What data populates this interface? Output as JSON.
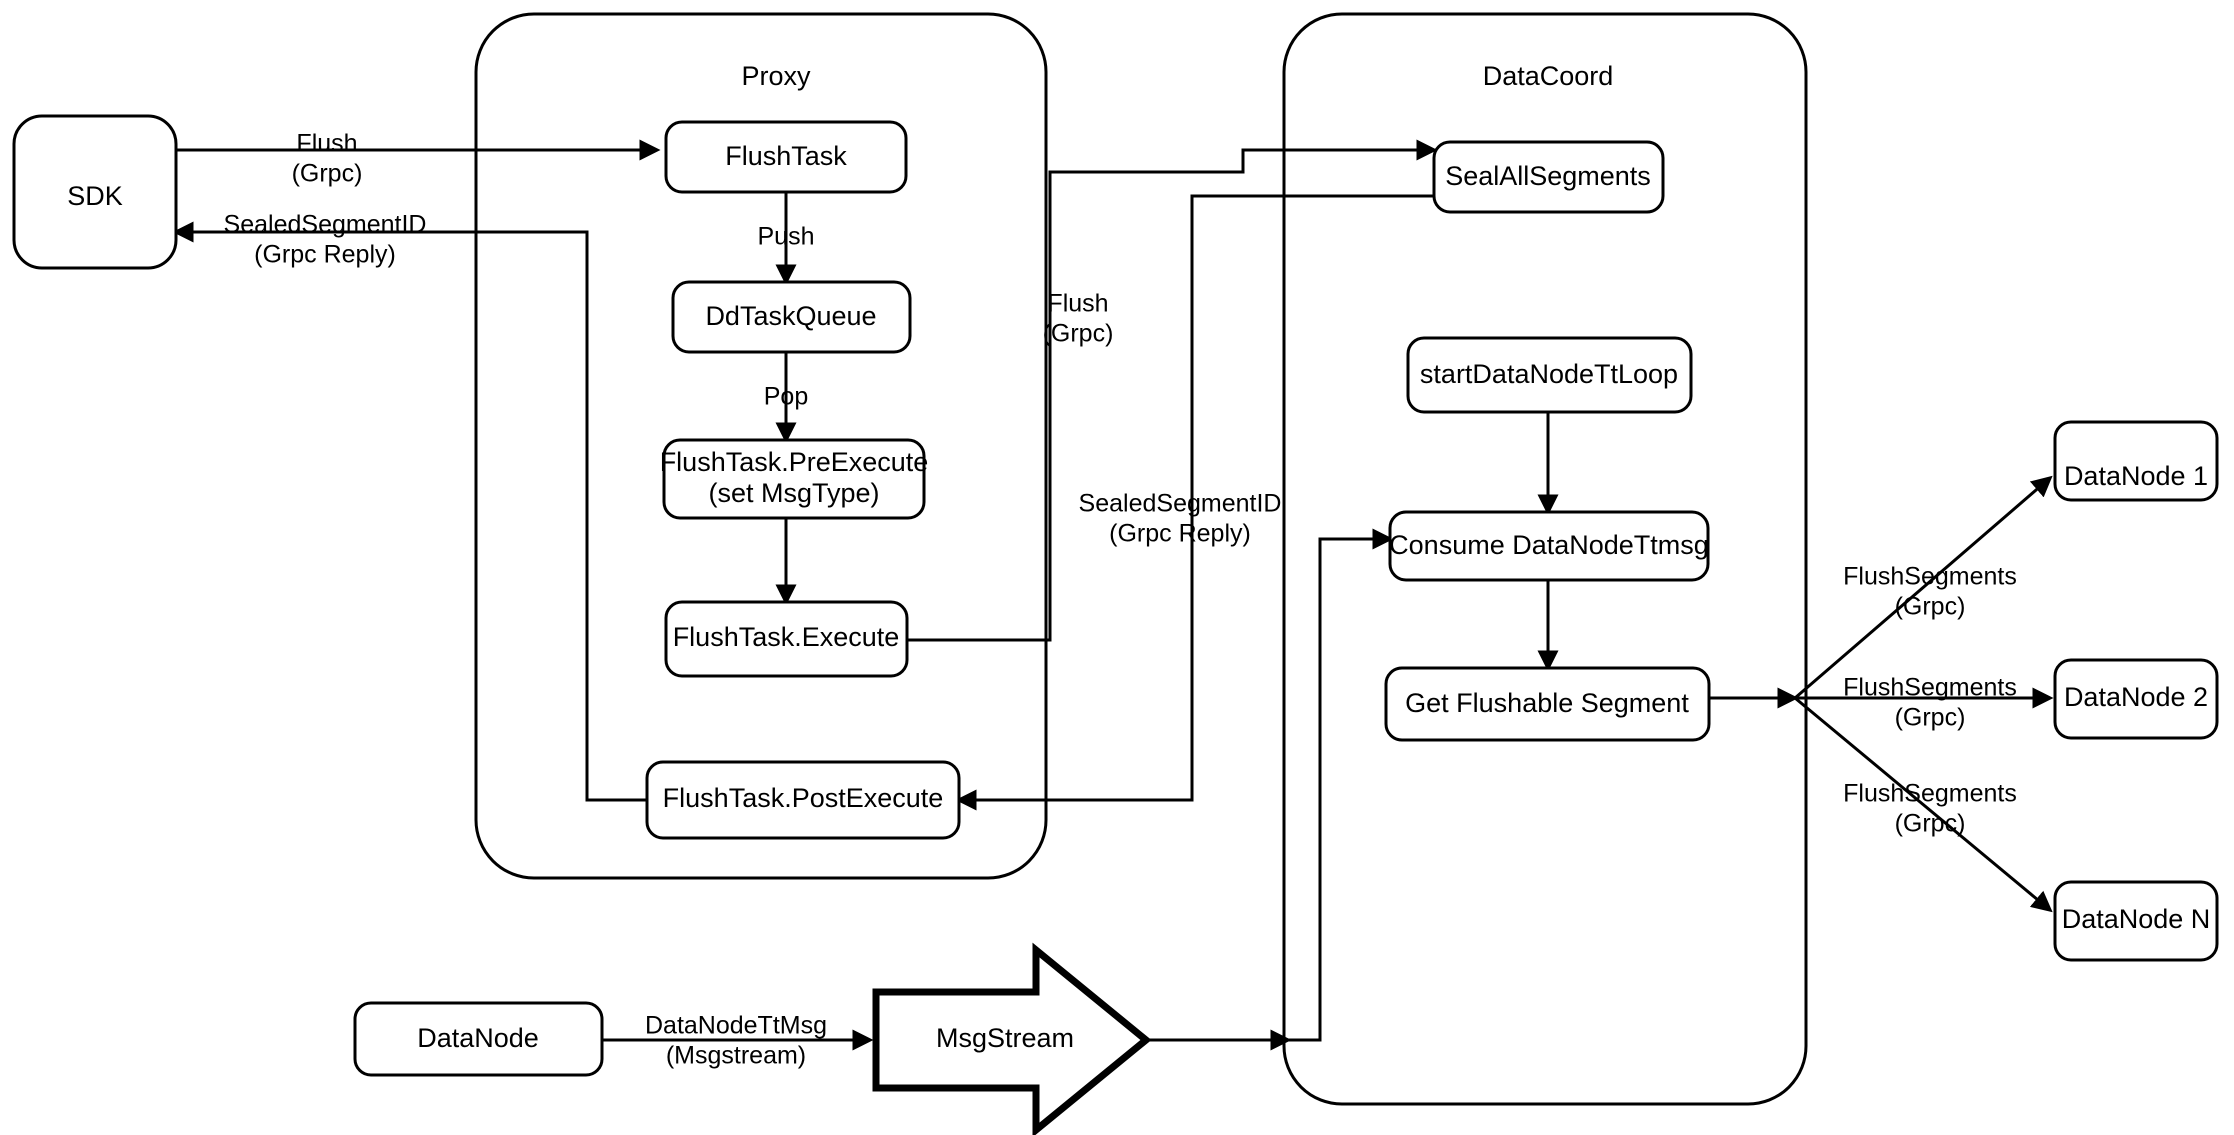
{
  "diagram": {
    "title": "Milvus Flush Sequence Flow",
    "background": "#ffffff",
    "stroke_color": "#000000"
  },
  "groups": {
    "proxy": {
      "label": "Proxy"
    },
    "datacoord": {
      "label": "DataCoord"
    }
  },
  "nodes": {
    "sdk": {
      "label": "SDK"
    },
    "flush_task": {
      "label": "FlushTask"
    },
    "dd_task_queue": {
      "label": "DdTaskQueue"
    },
    "pre_execute_line1": {
      "label": "FlushTask.PreExecute"
    },
    "pre_execute_line2": {
      "label": "(set MsgType)"
    },
    "execute": {
      "label": "FlushTask.Execute"
    },
    "post_execute": {
      "label": "FlushTask.PostExecute"
    },
    "seal_all_segments": {
      "label": "SealAllSegments"
    },
    "start_tt_loop": {
      "label": "startDataNodeTtLoop"
    },
    "consume_tt": {
      "label": "Consume DataNodeTtmsg"
    },
    "get_flushable": {
      "label": "Get Flushable Segment"
    },
    "datanode_1": {
      "label": "DataNode 1"
    },
    "datanode_2": {
      "label": "DataNode 2"
    },
    "datanode_n": {
      "label": "DataNode N"
    },
    "datanode_src": {
      "label": "DataNode"
    },
    "msgstream": {
      "label": "MsgStream"
    }
  },
  "edges": {
    "sdk_to_proxy": {
      "line1": "Flush",
      "line2": "(Grpc)"
    },
    "proxy_to_sdk": {
      "line1": "SealedSegmentID",
      "line2": "(Grpc Reply)"
    },
    "flush_to_queue": {
      "label": "Push"
    },
    "queue_to_pre": {
      "label": "Pop"
    },
    "proxy_to_datacoord": {
      "line1": "Flush",
      "line2": "(Grpc)"
    },
    "datacoord_to_proxy": {
      "line1": "SealedSegmentID",
      "line2": "(Grpc Reply)"
    },
    "datanode_to_msgstream": {
      "line1": "DataNodeTtMsg",
      "line2": "(Msgstream)"
    },
    "to_datanode_1": {
      "line1": "FlushSegments",
      "line2": "(Grpc)"
    },
    "to_datanode_2": {
      "line1": "FlushSegments",
      "line2": "(Grpc)"
    },
    "to_datanode_n": {
      "line1": "FlushSegments",
      "line2": "(Grpc)"
    }
  }
}
